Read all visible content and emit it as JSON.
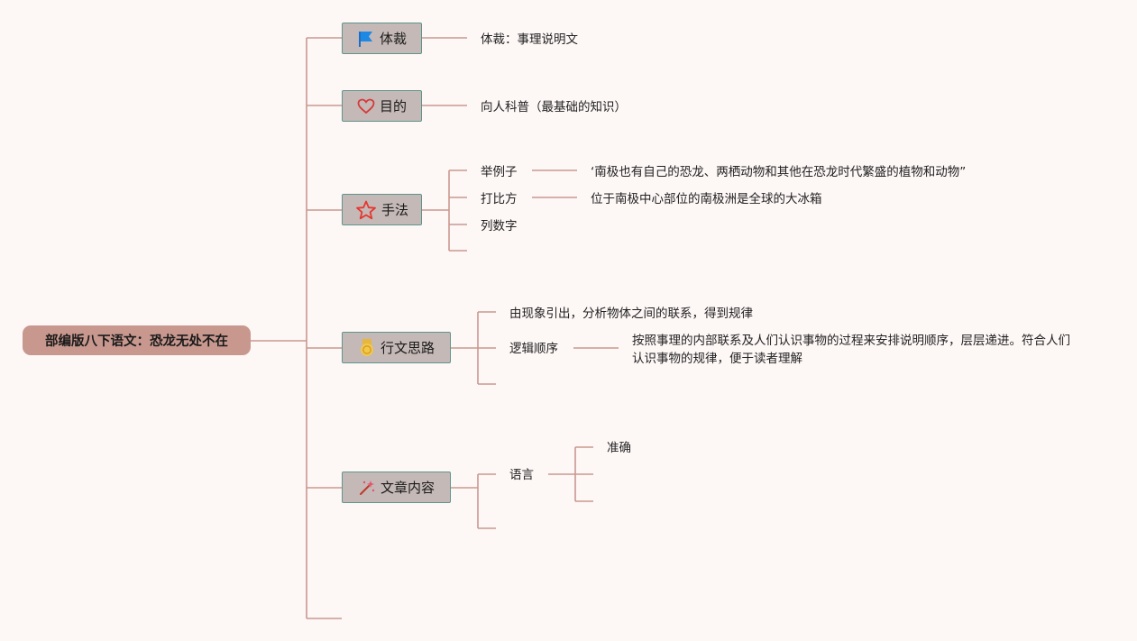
{
  "root": {
    "title": "部编版八下语文：恐龙无处不在"
  },
  "branches": {
    "genre": {
      "label": "体裁",
      "icon": "flag-icon",
      "detail": "体裁：事理说明文"
    },
    "purpose": {
      "label": "目的",
      "icon": "heart-icon",
      "detail": "向人科普（最基础的知识）"
    },
    "technique": {
      "label": "手法",
      "icon": "star-icon",
      "items": [
        {
          "label": "举例子",
          "detail": "‘南极也有自己的恐龙、两栖动物和其他在恐龙时代繁盛的植物和动物”"
        },
        {
          "label": "打比方",
          "detail": "位于南极中心部位的南极洲是全球的大冰箱"
        },
        {
          "label": "列数字"
        }
      ]
    },
    "structure": {
      "label": "行文思路",
      "icon": "medal-icon",
      "items": [
        {
          "label": "由现象引出，分析物体之间的联系，得到规律"
        },
        {
          "label": "逻辑顺序",
          "detail": "按照事理的内部联系及人们认识事物的过程来安排说明顺序，层层递进。符合人们认识事物的规律，便于读者理解"
        }
      ]
    },
    "content": {
      "label": "文章内容",
      "icon": "sparkle-icon",
      "items": [
        {
          "label": "语言",
          "sub": [
            "准确"
          ]
        }
      ]
    }
  },
  "colors": {
    "background": "#fdf7f6",
    "root_fill": "#c8988f",
    "branch_fill": "#c4b9b7",
    "branch_border": "#5f958c",
    "connector": "#c9988f"
  }
}
